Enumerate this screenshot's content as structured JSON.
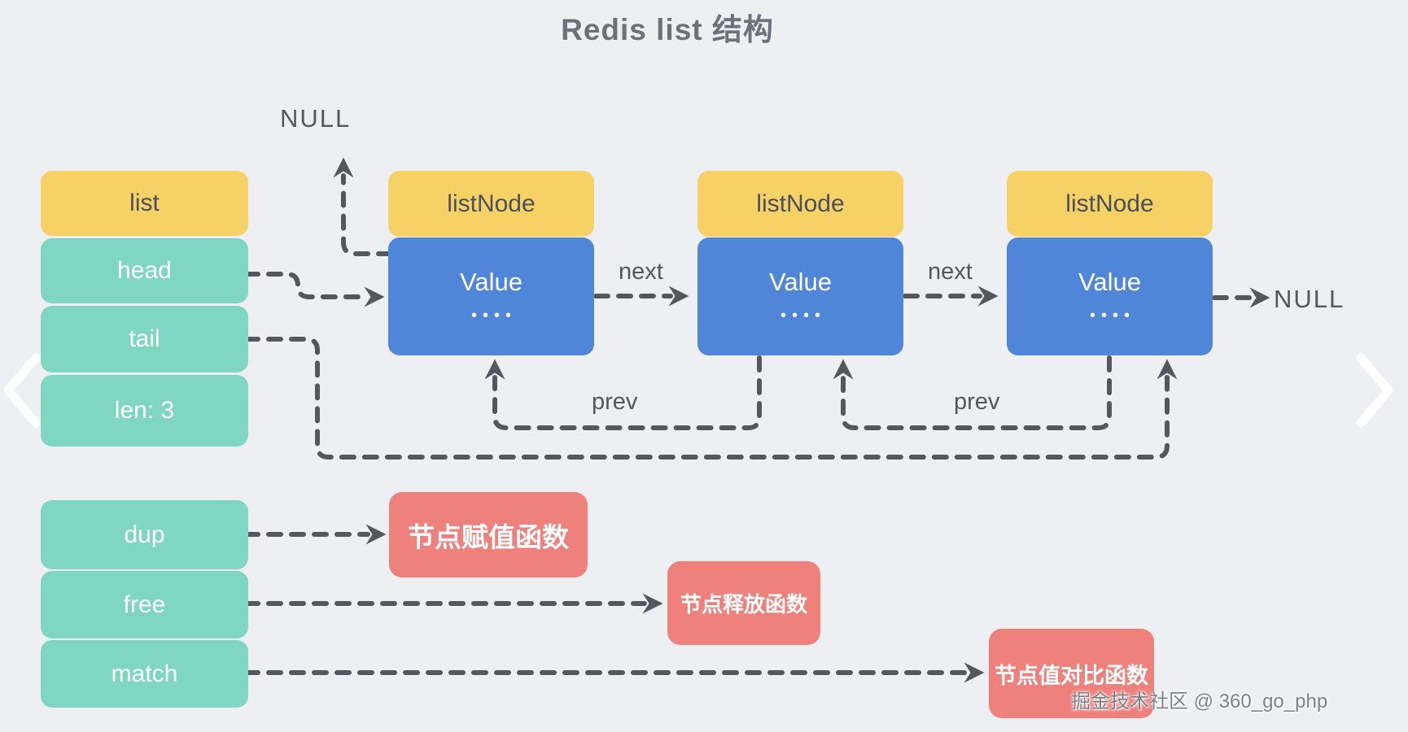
{
  "title": "Redis list 结构",
  "palette": {
    "background": "#edeff2",
    "yellow": "#f5d166",
    "teal": "#7fd6c2",
    "blue": "#4f86d8",
    "red": "#ef817d",
    "connector_gray": "#54585e",
    "dark_text": "#4b515a",
    "light_text": "#ffffff"
  },
  "list_struct": {
    "header": "list",
    "head_field": "head",
    "tail_field": "tail",
    "len_field": "len: 3"
  },
  "nodes": [
    {
      "header": "listNode",
      "value": "Value",
      "dots": "••••"
    },
    {
      "header": "listNode",
      "value": "Value",
      "dots": "••••"
    },
    {
      "header": "listNode",
      "value": "Value",
      "dots": "••••"
    }
  ],
  "pointer_labels": {
    "null_top": "NULL",
    "null_right": "NULL",
    "next_1": "next",
    "next_2": "next",
    "prev_1": "prev",
    "prev_2": "prev"
  },
  "functions": {
    "dup_field": "dup",
    "free_field": "free",
    "match_field": "match",
    "dup_target": "节点赋值函数",
    "free_target": "节点释放函数",
    "match_target": "节点值对比函数"
  },
  "watermark": "掘金技术社区 @ 360_go_php"
}
